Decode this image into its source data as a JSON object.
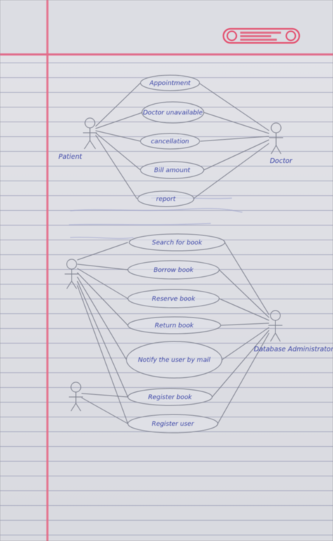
{
  "logo_text": "",
  "diagrams": [
    {
      "actors": [
        {
          "id": "left",
          "label": "Patient"
        },
        {
          "id": "right",
          "label": "Doctor"
        }
      ],
      "use_cases": [
        {
          "label": "Appointment"
        },
        {
          "label": "Doctor unavailable"
        },
        {
          "label": "cancellation"
        },
        {
          "label": "Bill amount"
        },
        {
          "label": "report"
        }
      ]
    },
    {
      "actors": [
        {
          "id": "left",
          "label": ""
        },
        {
          "id": "right",
          "label": "Database Administrator"
        },
        {
          "id": "lower-left",
          "label": ""
        }
      ],
      "use_cases": [
        {
          "label": "Search for book"
        },
        {
          "label": "Borrow book"
        },
        {
          "label": "Reserve book"
        },
        {
          "label": "Return book"
        },
        {
          "label": "Notify the user by mail"
        },
        {
          "label": "Register book"
        },
        {
          "label": "Register user"
        }
      ]
    }
  ]
}
